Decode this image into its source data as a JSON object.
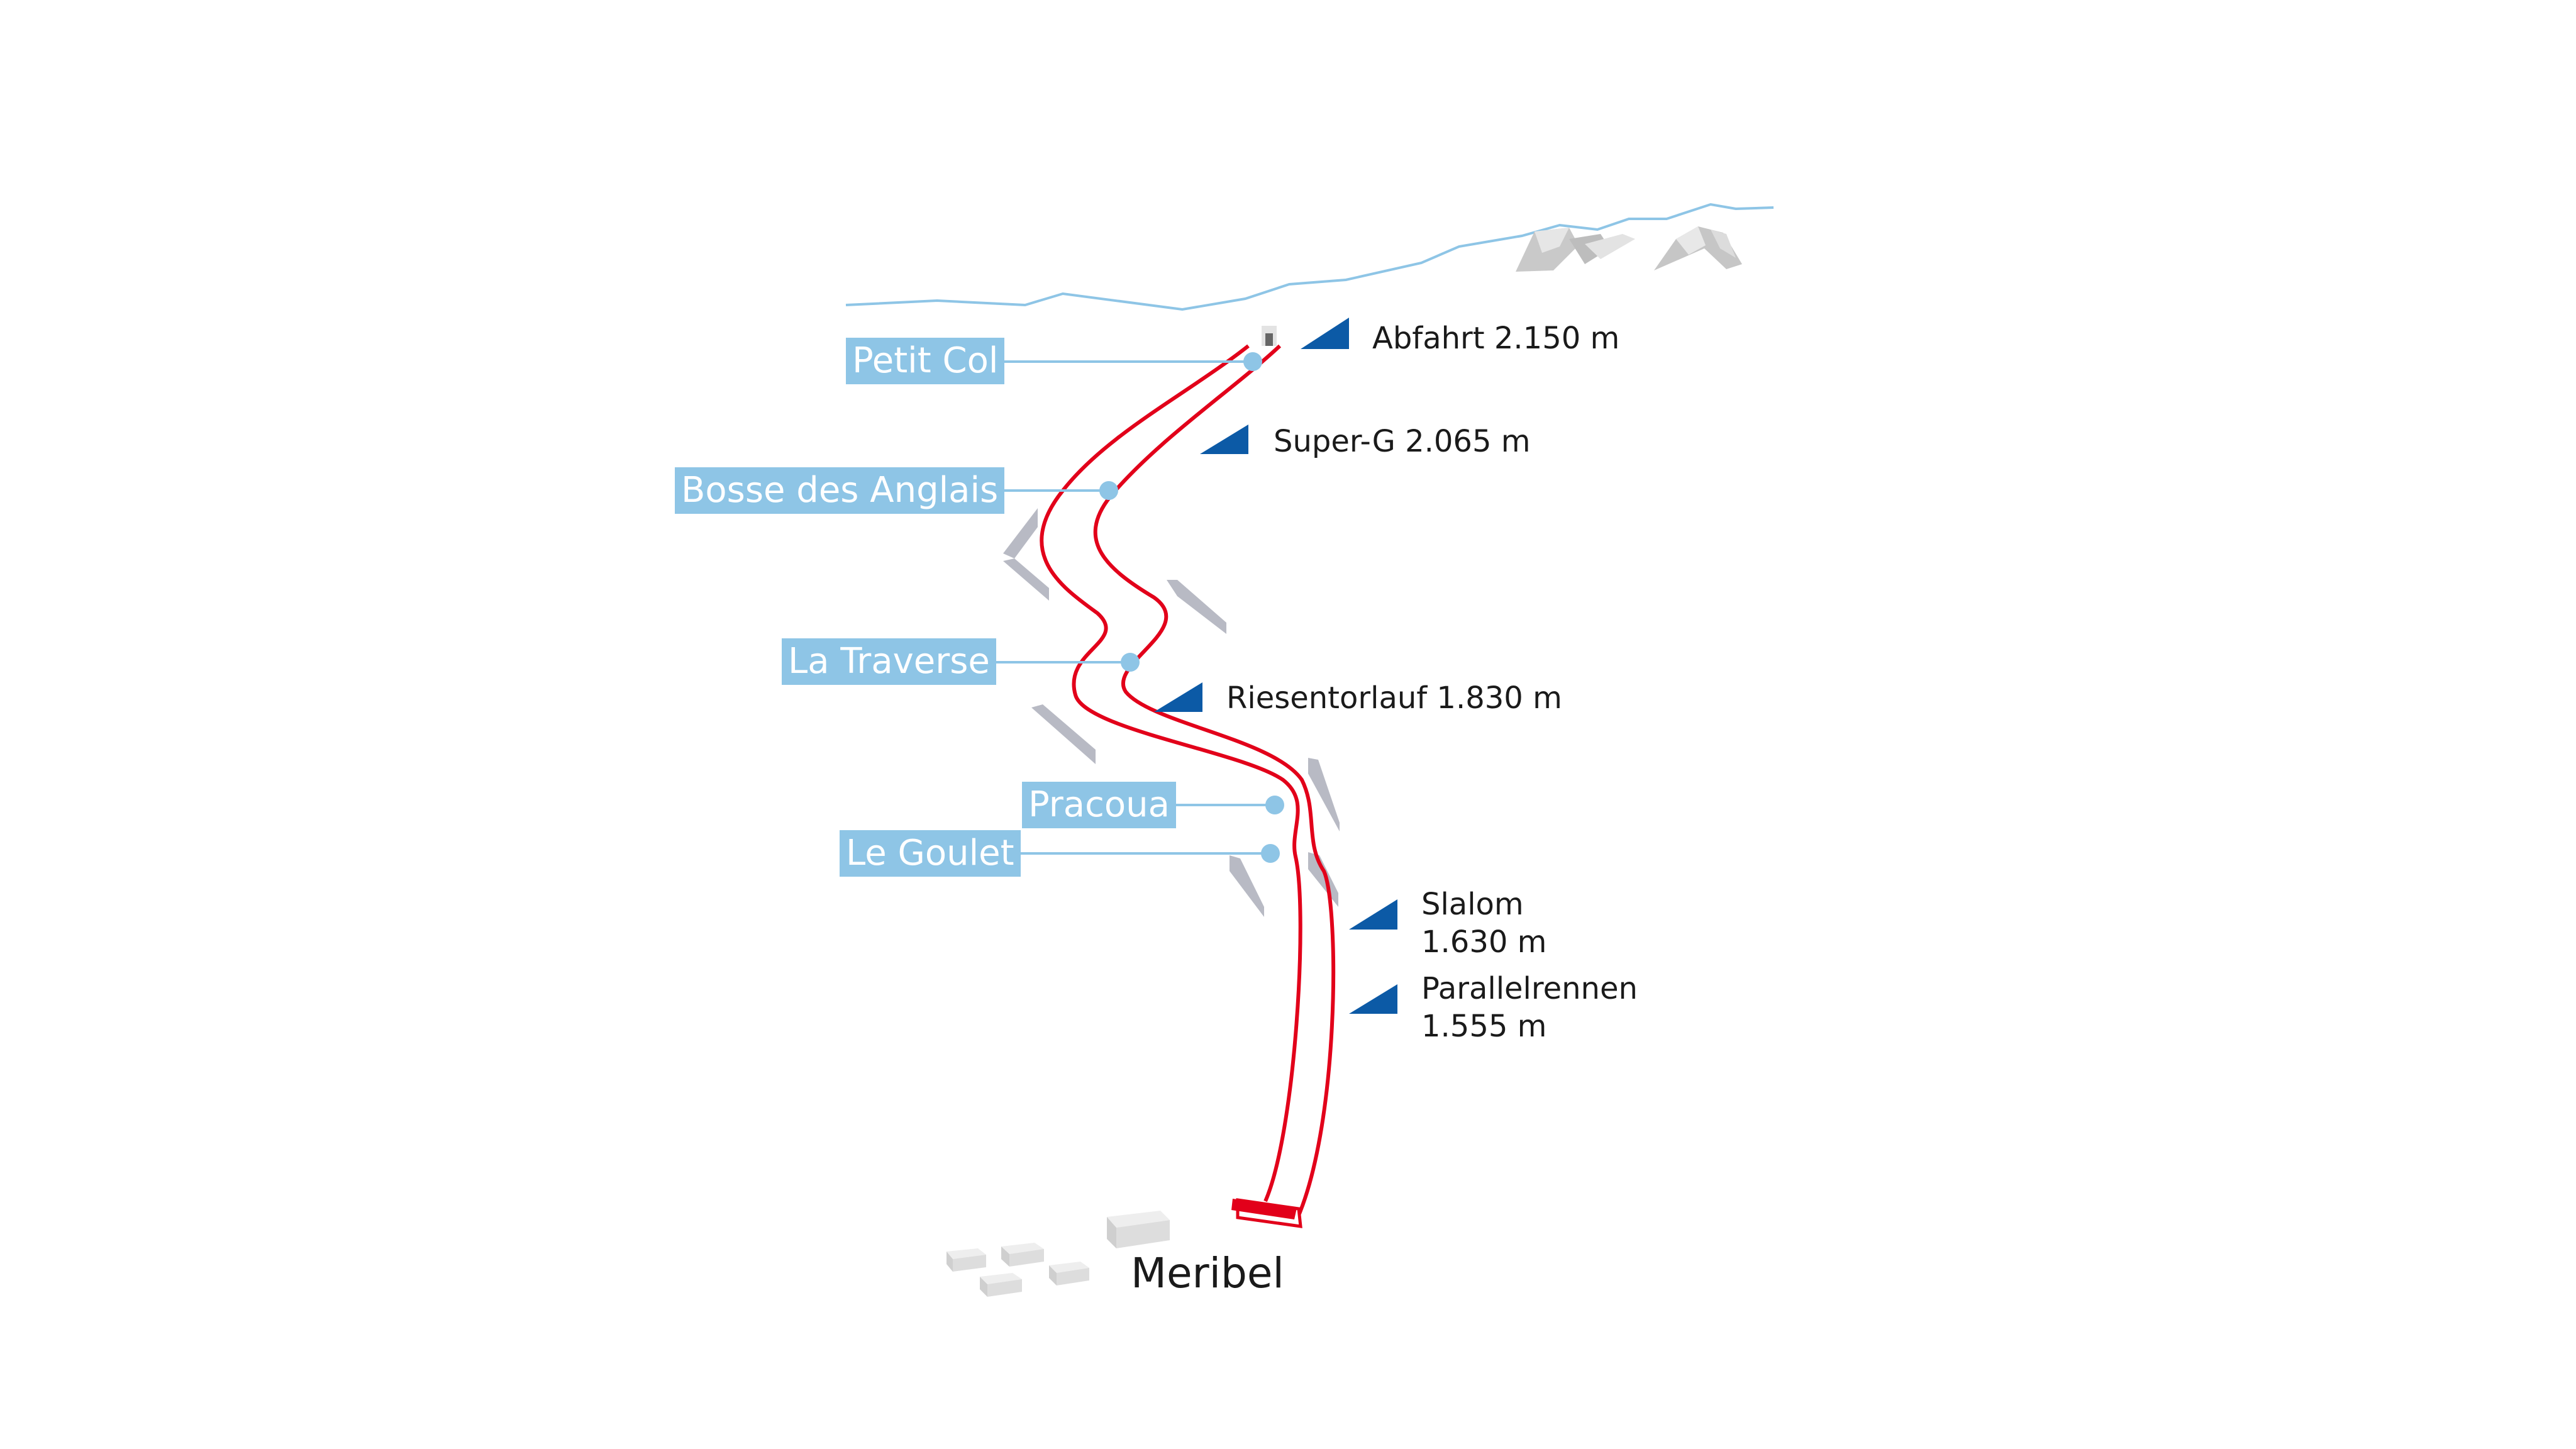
{
  "colors": {
    "course": "#e2001a",
    "spot_label_bg": "#8ec5e6",
    "spot_label_text": "#ffffff",
    "leader_line": "#8ec5e6",
    "start_marker": "#0c5aa6",
    "ridge": "#8ec5e6",
    "rock": "#c8c8c8",
    "net": "#b8bac4",
    "building": "#dcdcdc"
  },
  "icons": {
    "start_marker": "flag-triangle-icon",
    "spot": "dot-icon",
    "finish": "finish-line-icon",
    "building": "building-icon",
    "rock": "rock-icon",
    "safety_net": "safety-net-icon"
  },
  "spots": [
    {
      "label": "Petit Col"
    },
    {
      "label": "Bosse des Anglais"
    },
    {
      "label": "La Traverse"
    },
    {
      "label": "Pracoua"
    },
    {
      "label": "Le Goulet"
    }
  ],
  "starts": [
    {
      "lines": [
        "Abfahrt 2.150 m"
      ]
    },
    {
      "lines": [
        "Super-G 2.065 m"
      ]
    },
    {
      "lines": [
        "Riesentorlauf 1.830 m"
      ]
    },
    {
      "lines": [
        "Slalom",
        "1.630 m"
      ]
    },
    {
      "lines": [
        "Parallelrennen",
        "1.555 m"
      ]
    }
  ],
  "town": {
    "label": "Meribel"
  }
}
